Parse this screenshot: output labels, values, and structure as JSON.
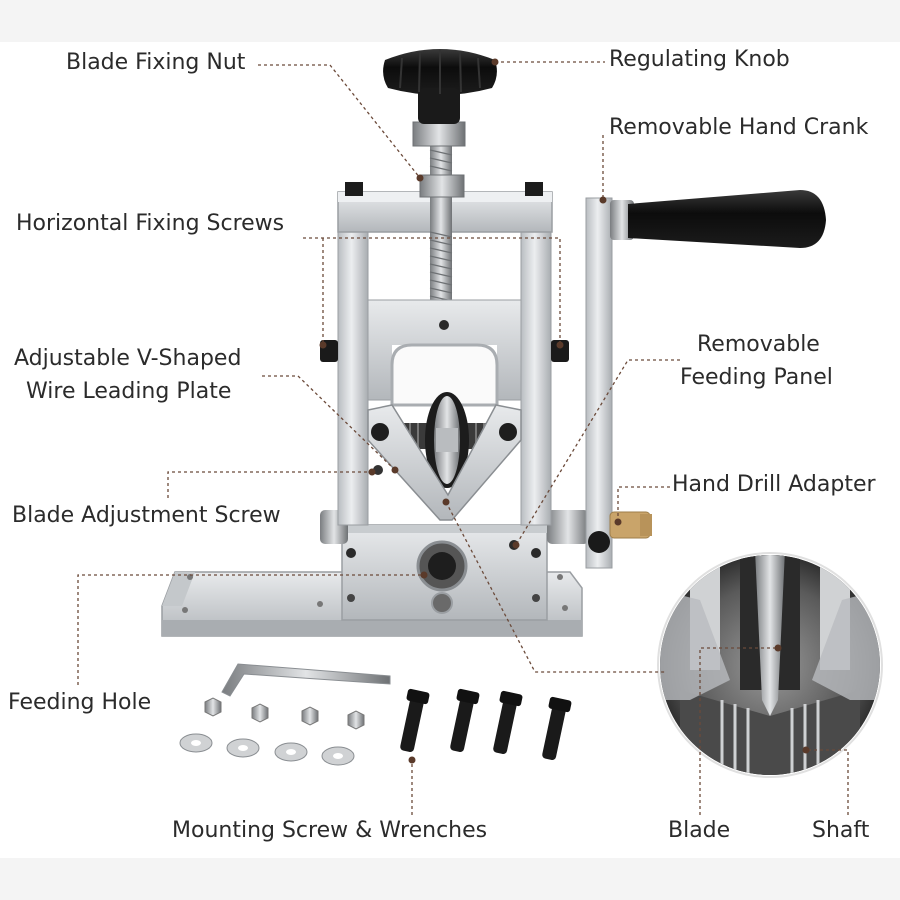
{
  "labels": {
    "blade_fixing_nut": "Blade Fixing Nut",
    "regulating_knob": "Regulating Knob",
    "removable_hand_crank": "Removable Hand Crank",
    "horizontal_fixing_screws": "Horizontal Fixing Screws",
    "v_plate_line1": "Adjustable V-Shaped",
    "v_plate_line2": "Wire Leading Plate",
    "feeding_panel_line1": "Removable",
    "feeding_panel_line2": "Feeding Panel",
    "hand_drill_adapter": "Hand Drill Adapter",
    "blade_adjustment_screw": "Blade Adjustment Screw",
    "feeding_hole": "Feeding Hole",
    "mounting_screw_wrenches": "Mounting Screw & Wrenches",
    "blade": "Blade",
    "shaft": "Shaft"
  },
  "colors": {
    "label_text": "#2b2b2b",
    "leader_line": "#6b4a3a",
    "aluminum": "#d8dadc",
    "aluminum_dark": "#a9adb1",
    "black_part": "#141414",
    "brass": "#c9a46a"
  }
}
